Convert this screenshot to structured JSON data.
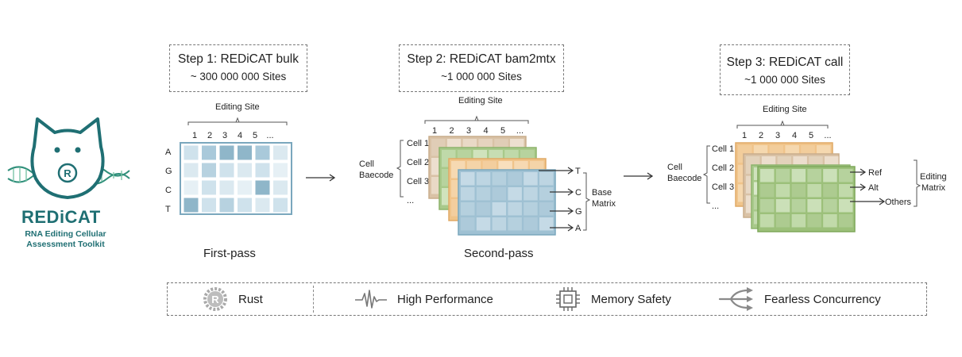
{
  "logo": {
    "title": "REDiCAT",
    "subtitle_line1": "RNA Editing Cellular",
    "subtitle_line2": "Assessment Toolkit",
    "badge": "R"
  },
  "steps": [
    {
      "title": "Step 1: REDiCAT bulk",
      "sites": "~ 300 000 000 Sites"
    },
    {
      "title": "Step 2: REDiCAT bam2mtx",
      "sites": "~1 000 000 Sites"
    },
    {
      "title": "Step 3: REDiCAT call",
      "sites": "~1 000 000 Sites"
    }
  ],
  "first_pass": {
    "label": "First-pass",
    "header": "Editing Site",
    "cols": [
      "1",
      "2",
      "3",
      "4",
      "5",
      "..."
    ],
    "rows": [
      "A",
      "G",
      "C",
      "T"
    ]
  },
  "second_pass": {
    "label": "Second-pass",
    "header": "Editing Site",
    "cols": [
      "1",
      "2",
      "3",
      "4",
      "5",
      "..."
    ],
    "cell_label": "Cell\nBaecode",
    "cells": [
      "Cell 1",
      "Cell 2",
      "Cell 3",
      "..."
    ],
    "bases": [
      "T",
      "C",
      "G",
      "A"
    ],
    "matrix_label": "Base\nMatrix"
  },
  "third_pass": {
    "header": "Editing Site",
    "cols": [
      "1",
      "2",
      "3",
      "4",
      "5",
      "..."
    ],
    "cell_label": "Cell\nBaecode",
    "cells": [
      "Cell 1",
      "Cell 2",
      "Cell 3",
      "..."
    ],
    "outputs": [
      "Ref",
      "Alt",
      "Others"
    ],
    "matrix_label": "Editing\nMatrix"
  },
  "features": [
    {
      "label": "Rust",
      "icon": "rust-icon"
    },
    {
      "label": "High Performance",
      "icon": "pulse-icon"
    },
    {
      "label": "Memory Safety",
      "icon": "chip-icon"
    },
    {
      "label": "Fearless Concurrency",
      "icon": "concurrency-icon"
    }
  ],
  "colors": {
    "brand": "#1f6f73",
    "blue": "#8fb6c9",
    "green": "#9cc07a",
    "orange": "#f0c48a",
    "tan": "#d9c2a6"
  }
}
